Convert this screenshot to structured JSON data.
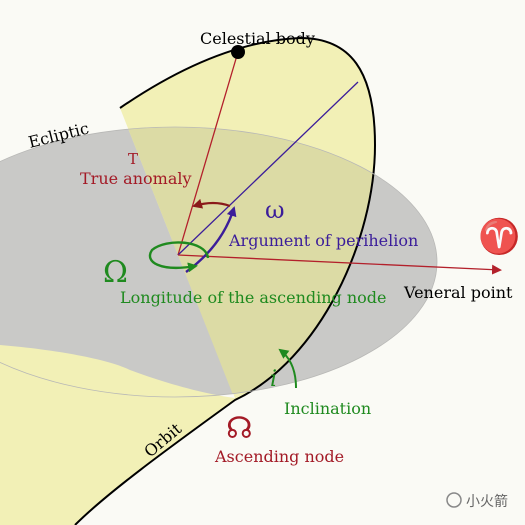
{
  "labels": {
    "celestial_body": "Celestial body",
    "ecliptic": "Ecliptic",
    "true_anomaly_symbol": "T",
    "true_anomaly": "True anomaly",
    "omega_symbol": "ω",
    "argument_of_perihelion": "Argument of perihelion",
    "aries_symbol": "♈",
    "veneral_point": "Veneral point",
    "ascending_node_long_symbol": "Ω",
    "longitude_ascending_node": "Longitude of the ascending node",
    "inclination_symbol": "i",
    "inclination": "Inclination",
    "orbit": "Orbit",
    "ascending_node_symbol": "☊",
    "ascending_node": "Ascending node",
    "watermark": "小火箭"
  },
  "colors": {
    "ecliptic_plane": "#c9c9c7",
    "orbit_plane": "#f2f0b6",
    "overlap": "#dcdba5",
    "red": "#b3202b",
    "green": "#1f8a1f",
    "purple": "#3b1d9a",
    "black": "#000000"
  }
}
